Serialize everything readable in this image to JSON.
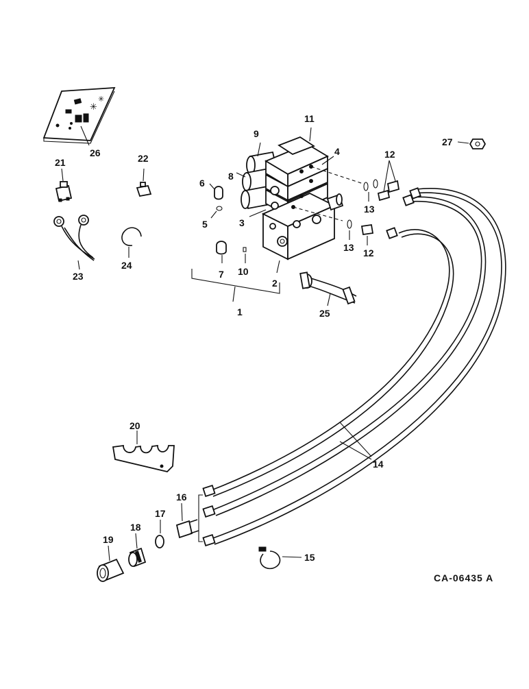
{
  "diagram": {
    "code": "CA-06435 A",
    "callouts": {
      "c1": "1",
      "c2": "2",
      "c3": "3",
      "c4": "4",
      "c5": "5",
      "c6": "6",
      "c7": "7",
      "c8": "8",
      "c9": "9",
      "c10": "10",
      "c11": "11",
      "c12a": "12",
      "c12b": "12",
      "c13a": "13",
      "c13b": "13",
      "c14": "14",
      "c15": "15",
      "c16": "16",
      "c17": "17",
      "c18": "18",
      "c19": "19",
      "c20": "20",
      "c21": "21",
      "c22": "22",
      "c23": "23",
      "c24": "24",
      "c25": "25",
      "c26": "26",
      "c27": "27"
    }
  }
}
